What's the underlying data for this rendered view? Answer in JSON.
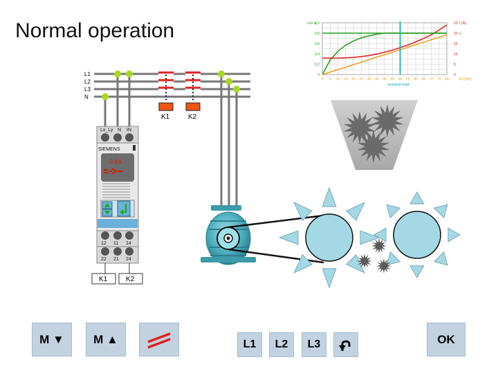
{
  "page": {
    "title": "Normal operation"
  },
  "supply": {
    "phases": [
      "L1",
      "L2",
      "L3",
      "N"
    ],
    "contactors": [
      "K1",
      "K2"
    ]
  },
  "relay": {
    "top_terminals": [
      "Lx_Ly",
      "N",
      "IN"
    ],
    "brand": "SIEMENS",
    "display_value": "0.8A",
    "bottom_row_1": [
      "12",
      "11",
      "14"
    ],
    "bottom_row_2": [
      "22",
      "21",
      "24"
    ],
    "output_labels": [
      "K1",
      "K2"
    ],
    "colors": {
      "body": "#d8d8d8",
      "display": "#cc2200",
      "panel": "#6ab0d8"
    }
  },
  "chart": {
    "left_label": "cos φ",
    "right_label": "I [A]",
    "right_sublabel": "Iₙ",
    "x_label": "M [Nm]",
    "bottom_label": "nominal load",
    "chart_data": {
      "type": "line",
      "x": [
        0,
        5,
        10,
        15,
        20,
        25,
        30,
        35,
        40,
        45,
        50,
        55,
        60,
        65,
        70,
        75,
        80
      ],
      "xlim": [
        0,
        80
      ],
      "ylim_left": [
        0,
        1.0
      ],
      "ylim_right": [
        0,
        25
      ],
      "left_ticks": [
        "0",
        "0,2",
        "0,4",
        "0,6",
        "0,8",
        "1,0"
      ],
      "right_ticks": [
        "0",
        "5",
        "10",
        "15",
        "20",
        "25"
      ],
      "x_ticks": [
        "0",
        "5",
        "10",
        "15",
        "20",
        "25",
        "30",
        "35",
        "40",
        "45",
        "50",
        "55",
        "60",
        "65",
        "70",
        "75",
        "80"
      ],
      "series": [
        {
          "axis": "left",
          "color": "#22a022",
          "values": [
            0.0,
            0.28,
            0.45,
            0.57,
            0.65,
            0.71,
            0.75,
            0.78,
            0.8,
            0.8,
            0.8,
            0.8,
            0.8,
            0.8,
            0.8,
            0.8,
            0.8
          ]
        },
        {
          "axis": "right",
          "color": "#dd2222",
          "values": [
            8.0,
            8.0,
            8.0,
            8.1,
            8.3,
            8.7,
            9.2,
            9.9,
            10.8,
            11.8,
            13.0,
            14.3,
            15.8,
            17.4,
            19.2,
            21.5,
            24.0
          ]
        },
        {
          "axis": "right",
          "color": "#f0a020",
          "values": [
            0.0,
            1.2,
            2.4,
            3.6,
            4.8,
            6.0,
            7.2,
            8.4,
            9.6,
            10.8,
            12.0,
            13.2,
            14.4,
            15.6,
            16.8,
            18.0,
            19.2
          ]
        },
        {
          "axis": "right",
          "color": "#22a022",
          "values": [
            20.0,
            20.0,
            20.0,
            20.0,
            20.0,
            20.0,
            20.0,
            20.0,
            20.0,
            20.0,
            20.0,
            20.0,
            20.0,
            20.0,
            20.0,
            20.0,
            20.0
          ]
        }
      ],
      "markers": [
        {
          "x": 50,
          "color": "#00aaaa"
        }
      ],
      "grid": true
    },
    "colors": {
      "left_axis": "#22a022",
      "right_axis": "#dd2222",
      "x_axis": "#f0a020"
    }
  },
  "buttons": {
    "m_down": "M ▼",
    "m_up": "M ▲",
    "l1": "L1",
    "l2": "L2",
    "l3": "L3",
    "ok": "OK"
  },
  "icons": {
    "fault": "double-line-icon",
    "back": "undo-arrow-icon"
  }
}
